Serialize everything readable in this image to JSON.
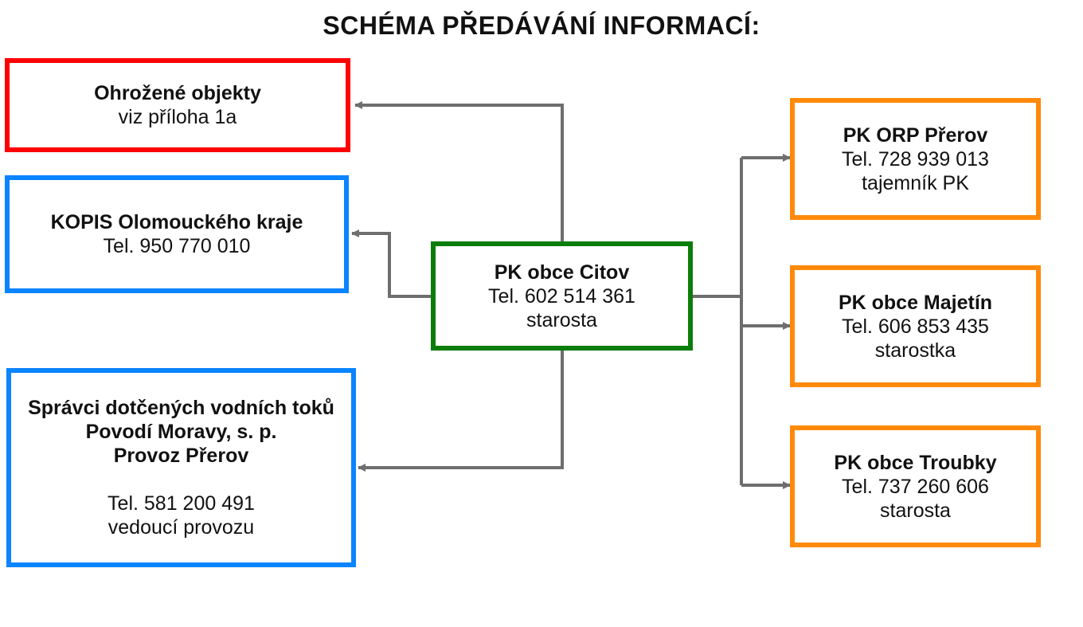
{
  "title": "SCHÉMA PŘEDÁVÁNÍ INFORMACÍ:",
  "colors": {
    "red": "#ff0000",
    "blue": "#0a84ff",
    "green": "#0a7d0a",
    "orange": "#ff8a0a",
    "connector": "#6e6e6e"
  },
  "center": {
    "name": "PK obce Citov",
    "phone": "Tel. 602 514 361",
    "role": "starosta"
  },
  "left": [
    {
      "name": "Ohrožené objekty",
      "note": "viz příloha 1a"
    },
    {
      "name": "KOPIS Olomouckého kraje",
      "phone": "Tel. 950 770 010"
    },
    {
      "name_lines": [
        "Správci dotčených vodních toků",
        "Povodí Moravy, s. p.",
        "Provoz Přerov"
      ],
      "phone": "Tel. 581 200 491",
      "role": "vedoucí provozu"
    }
  ],
  "right": [
    {
      "name": "PK ORP Přerov",
      "phone": "Tel. 728 939 013",
      "role": "tajemník PK"
    },
    {
      "name": "PK obce Majetín",
      "phone": "Tel. 606 853 435",
      "role": "starostka"
    },
    {
      "name": "PK obce Troubky",
      "phone": "Tel. 737 260 606",
      "role": "starosta"
    }
  ]
}
